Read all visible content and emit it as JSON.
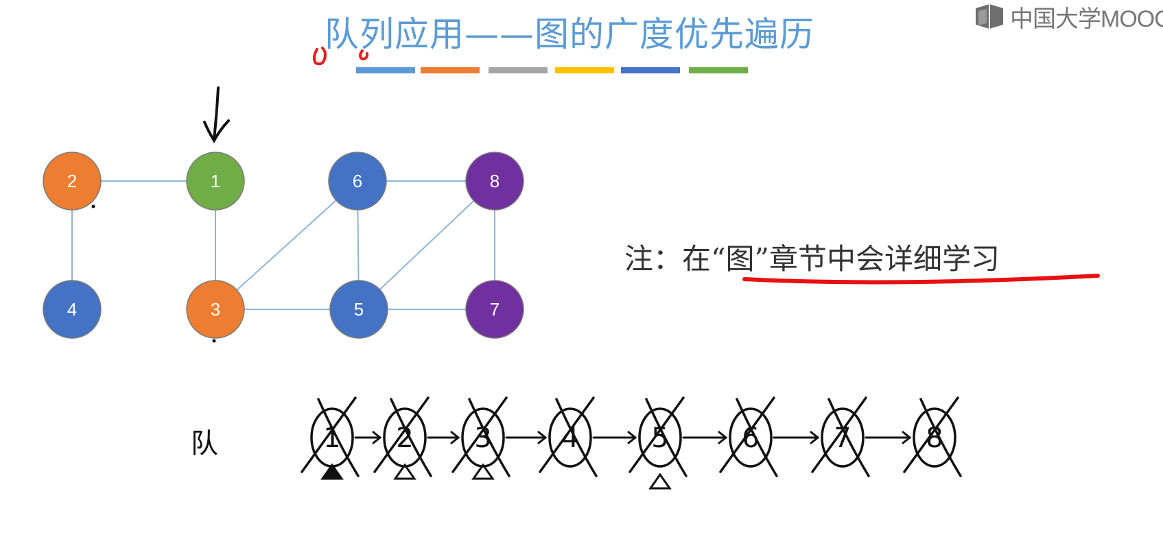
{
  "slide": {
    "title": "队列应用——图的广度优先遍历",
    "watermark": "中国大学MOOC",
    "note": "注：在“图”章节中会详细学习",
    "accent_colors": [
      "#5b9bd5",
      "#ed7d31",
      "#a5a5a5",
      "#ffc000",
      "#4472c4",
      "#70ad47"
    ]
  },
  "graph": {
    "nodes": [
      {
        "id": "1",
        "label": "1",
        "color": "#70ad47"
      },
      {
        "id": "2",
        "label": "2",
        "color": "#ed7d31"
      },
      {
        "id": "3",
        "label": "3",
        "color": "#ed7d31"
      },
      {
        "id": "4",
        "label": "4",
        "color": "#4472c4"
      },
      {
        "id": "5",
        "label": "5",
        "color": "#4472c4"
      },
      {
        "id": "6",
        "label": "6",
        "color": "#4472c4"
      },
      {
        "id": "7",
        "label": "7",
        "color": "#7030a0"
      },
      {
        "id": "8",
        "label": "8",
        "color": "#7030a0"
      }
    ],
    "edges": [
      [
        "2",
        "1"
      ],
      [
        "2",
        "4"
      ],
      [
        "1",
        "3"
      ],
      [
        "3",
        "6"
      ],
      [
        "3",
        "5"
      ],
      [
        "6",
        "8"
      ],
      [
        "6",
        "5"
      ],
      [
        "5",
        "8"
      ],
      [
        "5",
        "7"
      ],
      [
        "8",
        "7"
      ]
    ],
    "start_node": "1"
  },
  "queue": {
    "label": "队",
    "items": [
      "1",
      "2",
      "3",
      "4",
      "5",
      "6",
      "7",
      "8"
    ]
  }
}
